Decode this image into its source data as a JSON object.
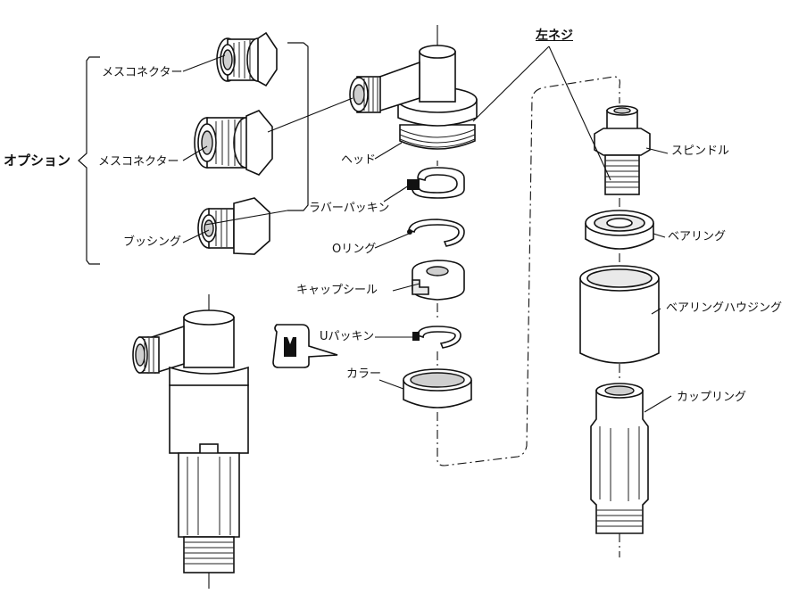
{
  "labels": {
    "option": "オプション",
    "mesu_connector_1": "メスコネクター",
    "mesu_connector_2": "メスコネクター",
    "bushing": "ブッシング",
    "left_thread": "左ネジ",
    "head": "ヘッド",
    "rubber_packing": "ラバーパッキン",
    "o_ring": "Oリング",
    "cap_seal": "キャップシール",
    "u_packing": "Uパッキン",
    "collar": "カラー",
    "spindle": "スピンドル",
    "bearing_ring": "ベアリング",
    "bearing_housing": "ベアリングハウジング",
    "coupling": "カップリング"
  },
  "style": {
    "line_color": "#111111",
    "fill_light": "#e9e9e9",
    "fill_dark": "#cfcfcf",
    "background": "#ffffff"
  }
}
